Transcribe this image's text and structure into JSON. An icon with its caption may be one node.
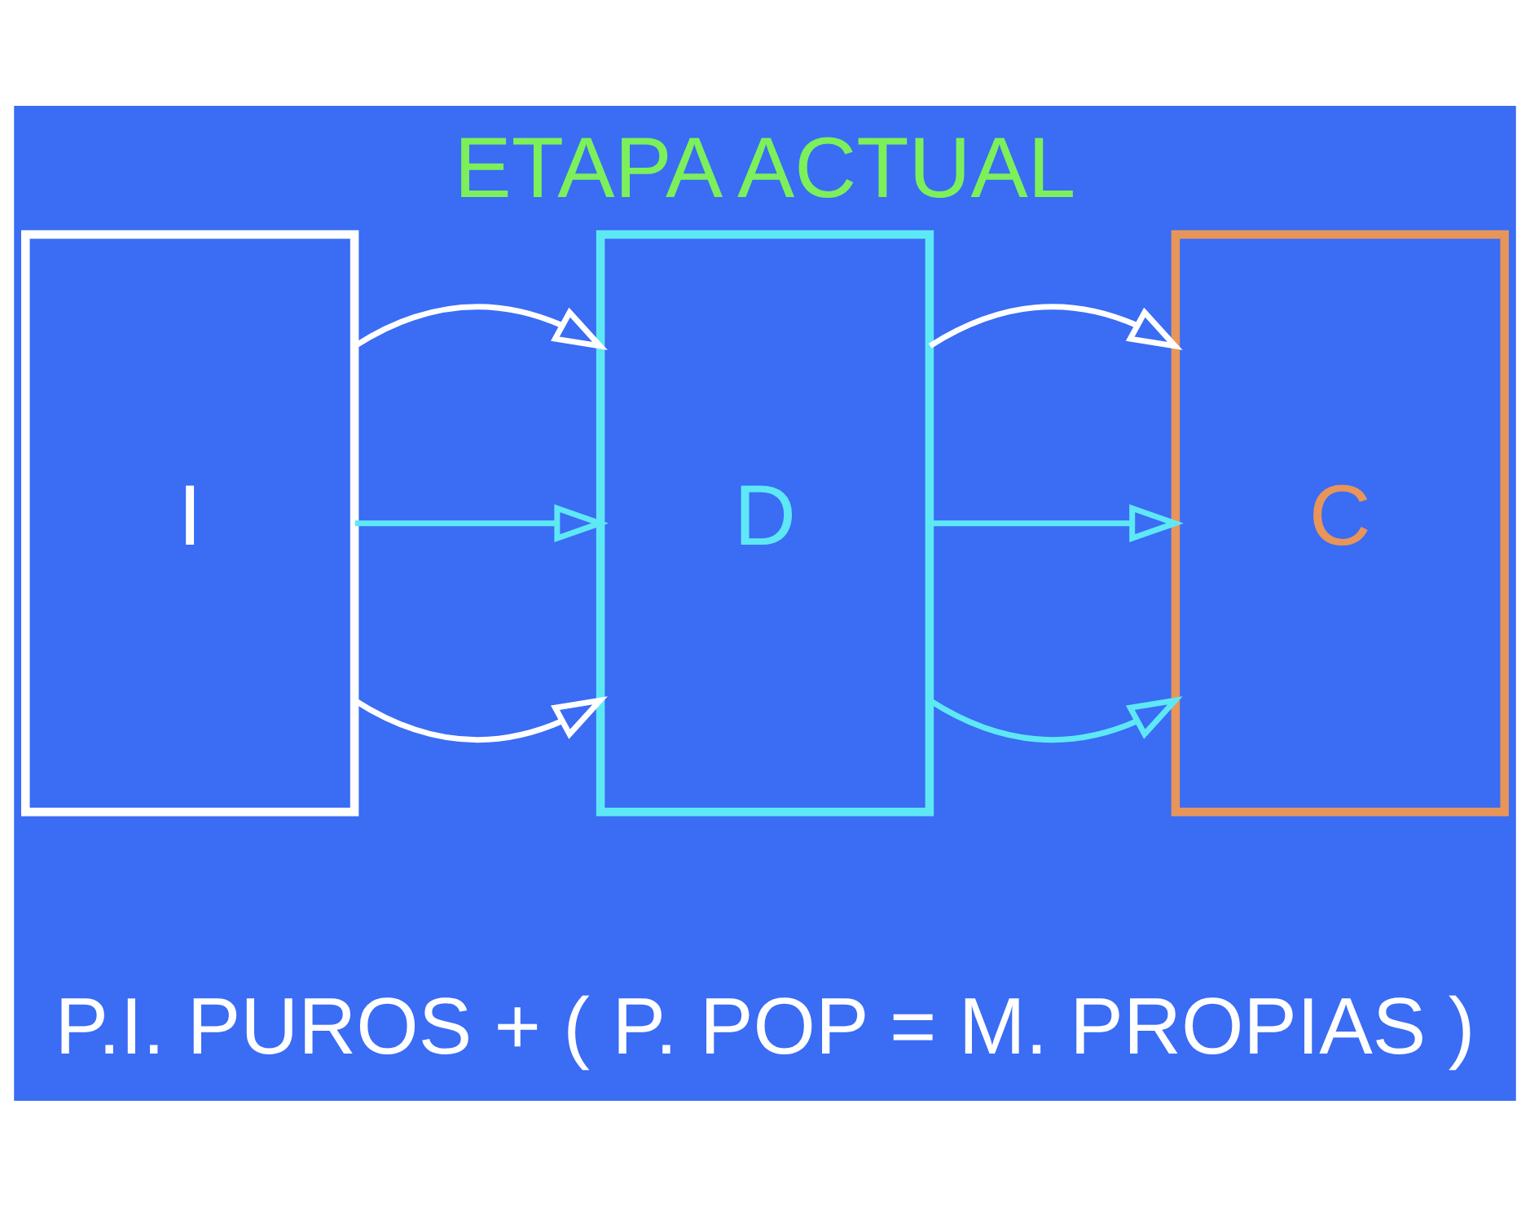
{
  "diagram": {
    "title": "ETAPA ACTUAL",
    "caption": "P.I. PUROS + ( P. POP = M. PROPIAS )",
    "nodes": [
      {
        "text": [
          "I"
        ]
      },
      {
        "text": [
          "D"
        ]
      },
      {
        "text": [
          "C"
        ]
      }
    ],
    "edges": [
      {
        "from": 0,
        "to": 1,
        "arrow": "to",
        "color": "#ffffff"
      },
      {
        "from": 0,
        "to": 1,
        "arrow": "to",
        "color": "#5ee8f5"
      },
      {
        "from": 0,
        "to": 1,
        "arrow": "to",
        "color": "#ffffff"
      },
      {
        "from": 1,
        "to": 2,
        "arrow": "to",
        "color": "#5ee8f5"
      },
      {
        "from": 1,
        "to": 2,
        "arrow": "to",
        "color": "#5ee8f5"
      },
      {
        "from": 1,
        "to": 2,
        "arrow": "to",
        "color": "#ffffff"
      }
    ]
  }
}
